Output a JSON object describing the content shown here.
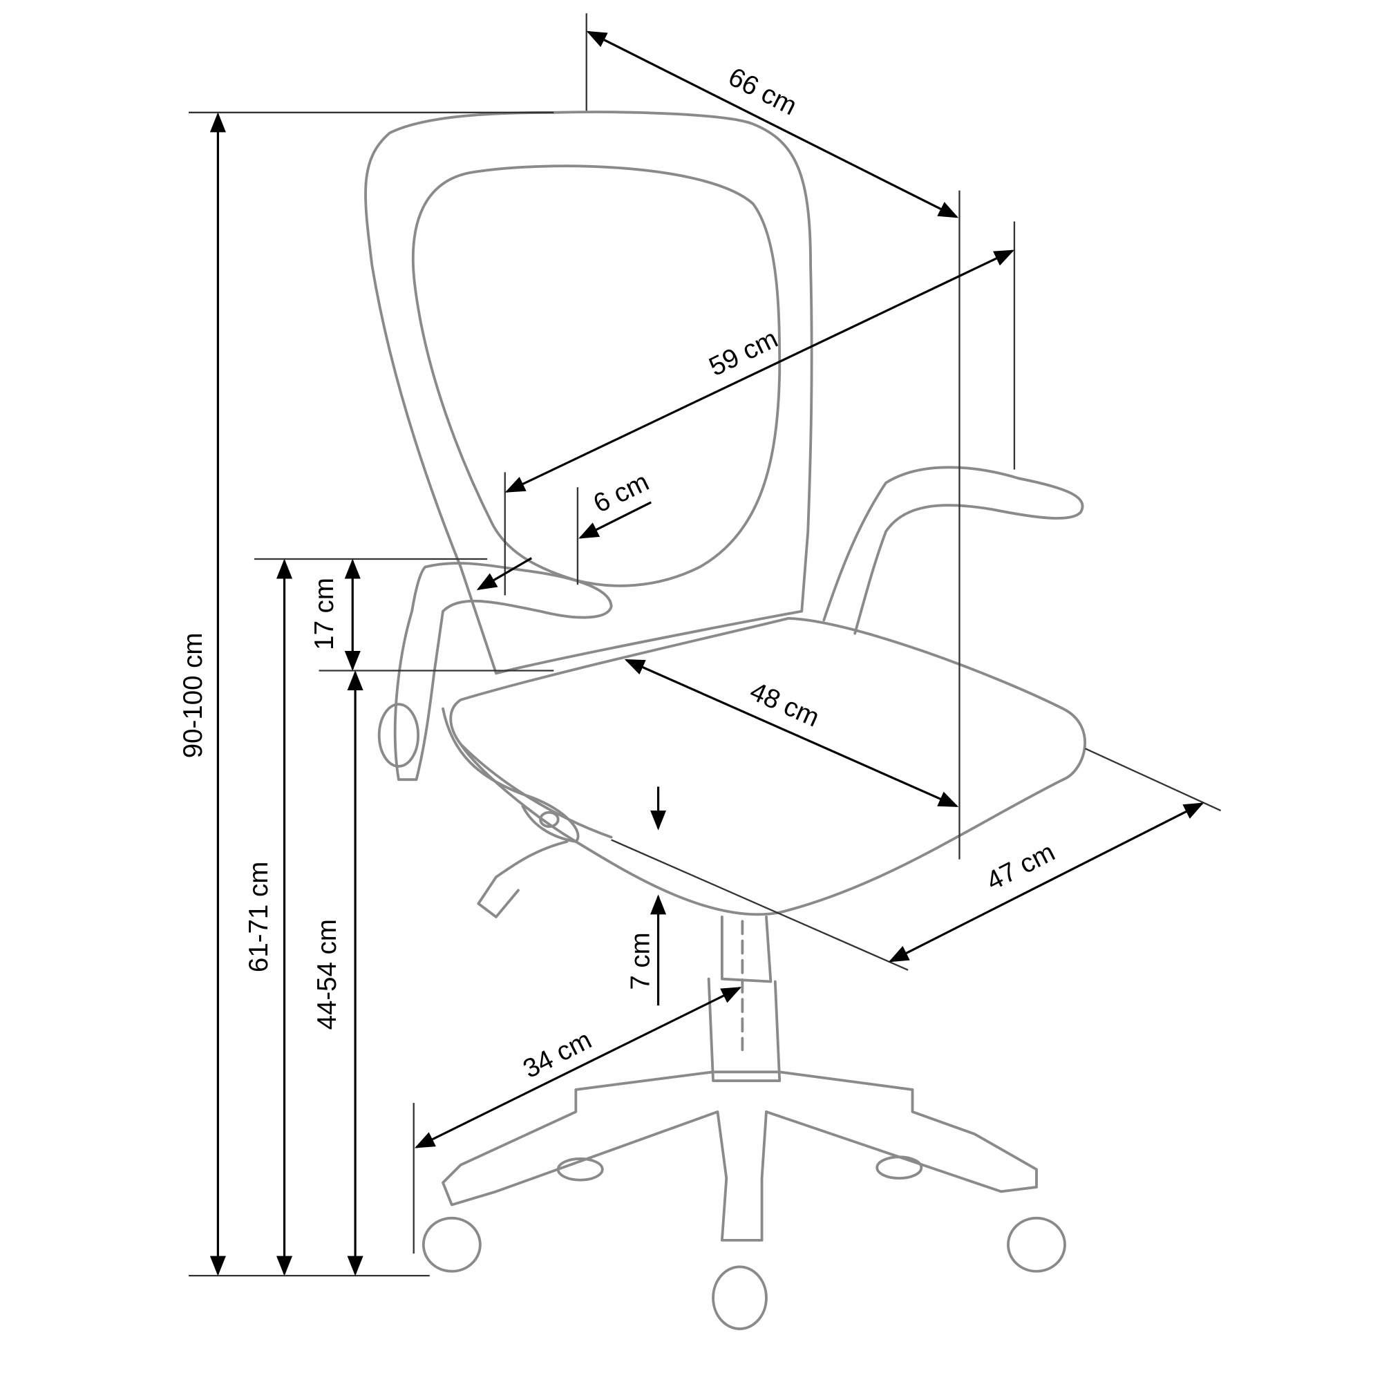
{
  "diagram": {
    "labels": {
      "total_depth": "66 cm",
      "armrest_width": "59 cm",
      "armrest_pad": "6 cm",
      "armrest_height": "17 cm",
      "seat_depth": "48 cm",
      "total_height": "90-100 cm",
      "armrest_floor_height": "61-71 cm",
      "seat_height": "44-54 cm",
      "seat_width": "47 cm",
      "seat_adjust": "7 cm",
      "base_radius": "34 cm"
    },
    "colors": {
      "dimension": "#000000",
      "outline": "#8a8a8a"
    }
  }
}
